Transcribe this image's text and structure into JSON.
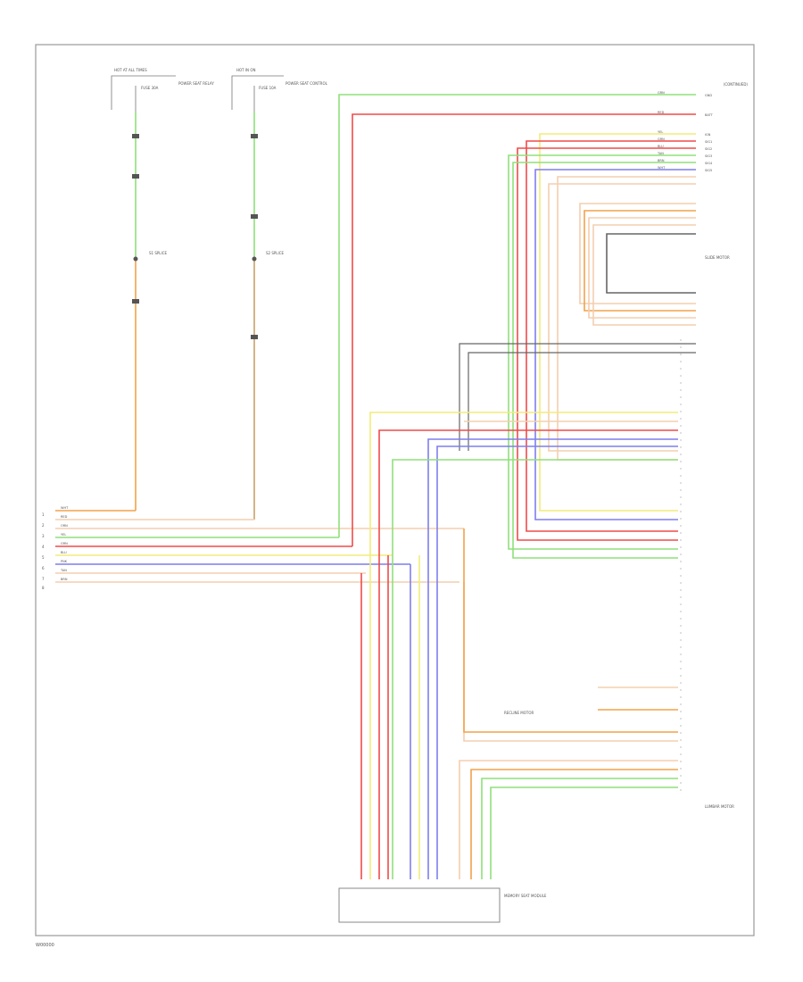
{
  "footer_id": "W00000",
  "header_tag": "(CONTINUED)",
  "colors": {
    "green": "#8fe07a",
    "red": "#f04a4a",
    "yellow": "#f2ec7a",
    "blue": "#7f7fee",
    "orange": "#f2a24a",
    "tan": "#f4cfae",
    "gray": "#666666",
    "frame": "#888888"
  },
  "sources": [
    {
      "label": "HOT AT ALL TIMES",
      "fuse": "FUSE 30A",
      "desc": "POWER SEAT RELAY"
    },
    {
      "label": "HOT IN ON",
      "fuse": "FUSE 10A",
      "desc": "POWER SEAT CONTROL"
    }
  ],
  "splices": [
    {
      "label": "S1 SPLICE"
    },
    {
      "label": "S2 SPLICE"
    }
  ],
  "left_wire_labels": [
    "WHT",
    "RED",
    "ORN",
    "YEL",
    "GRN",
    "BLU",
    "PNK",
    "TAN",
    "BRN"
  ],
  "right_wire_labels": [
    "GRN",
    "RED",
    "YEL",
    "GRN",
    "BLU",
    "TAN",
    "BRN",
    "WHT"
  ],
  "right_pins": [
    "GND",
    "BATT",
    "IGN",
    "SIG1",
    "SIG2",
    "SIG3",
    "SIG4",
    "SIG5"
  ],
  "components": [
    {
      "name": "MEMORY SEAT MODULE"
    },
    {
      "name": "SLIDE MOTOR"
    },
    {
      "name": "LUMBAR MOTOR"
    },
    {
      "name": "RECLINE MOTOR"
    }
  ]
}
